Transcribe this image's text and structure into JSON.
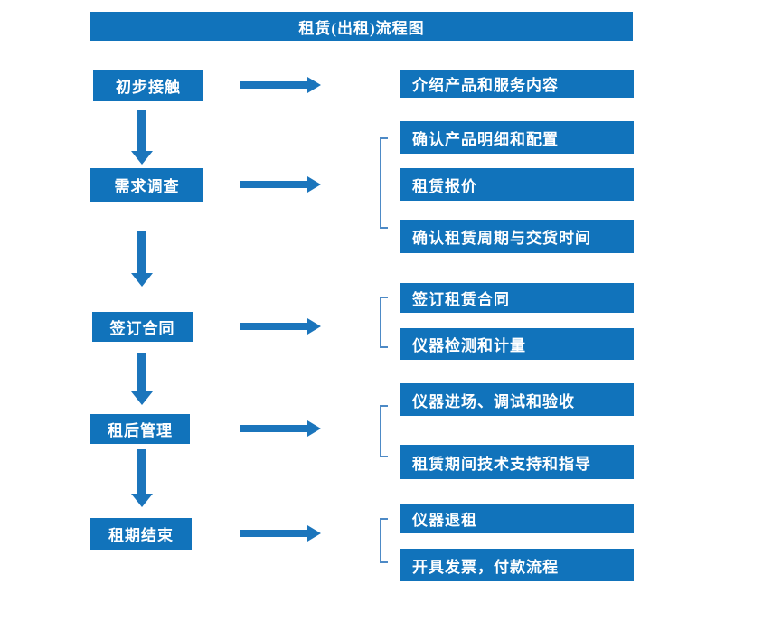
{
  "title": "租赁(出租)流程图",
  "colors": {
    "box_blue": "#1173BB",
    "arrow_blue": "#1B75BC",
    "bracket_blue": "#4D8AC6"
  },
  "steps": [
    {
      "label": "初步接触",
      "details": [
        "介绍产品和服务内容"
      ]
    },
    {
      "label": "需求调查",
      "details": [
        "确认产品明细和配置",
        "租赁报价",
        "确认租赁周期与交货时间"
      ]
    },
    {
      "label": "签订合同",
      "details": [
        "签订租赁合同",
        "仪器检测和计量"
      ]
    },
    {
      "label": "租后管理",
      "details": [
        "仪器进场、调试和验收",
        "租赁期间技术支持和指导"
      ]
    },
    {
      "label": "租期结束",
      "details": [
        "仪器退租",
        "开具发票，付款流程"
      ]
    }
  ]
}
